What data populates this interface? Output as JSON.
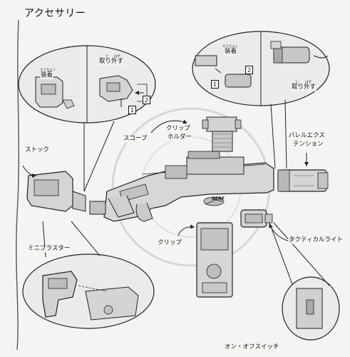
{
  "title": "アクセサリー",
  "labels": {
    "stock": "ストック",
    "mini_blaster": "ミニブラスター",
    "scope": "スコープ",
    "clip_holder_line1": "クリップ",
    "clip_holder_line2": "ホルダー",
    "barrel_line1": "バレルエクス",
    "barrel_line2": "テンション",
    "clip": "クリップ",
    "tactical_light": "タクティカルライト",
    "on_off_switch": "オン・オフスイッチ"
  },
  "left_callout": {
    "attach": "装着",
    "attach_ruby": "そうちゃく",
    "remove": "取り外す",
    "remove_ruby_1": "と",
    "remove_ruby_2": "はず",
    "step1": "1",
    "step2": "2"
  },
  "right_callout": {
    "attach": "装着",
    "attach_ruby": "そうちゃく",
    "remove": "取り外す",
    "remove_ruby_1": "と",
    "remove_ruby_2": "はず",
    "step1": "1",
    "step2": "2"
  },
  "brand_mark": "NERF"
}
